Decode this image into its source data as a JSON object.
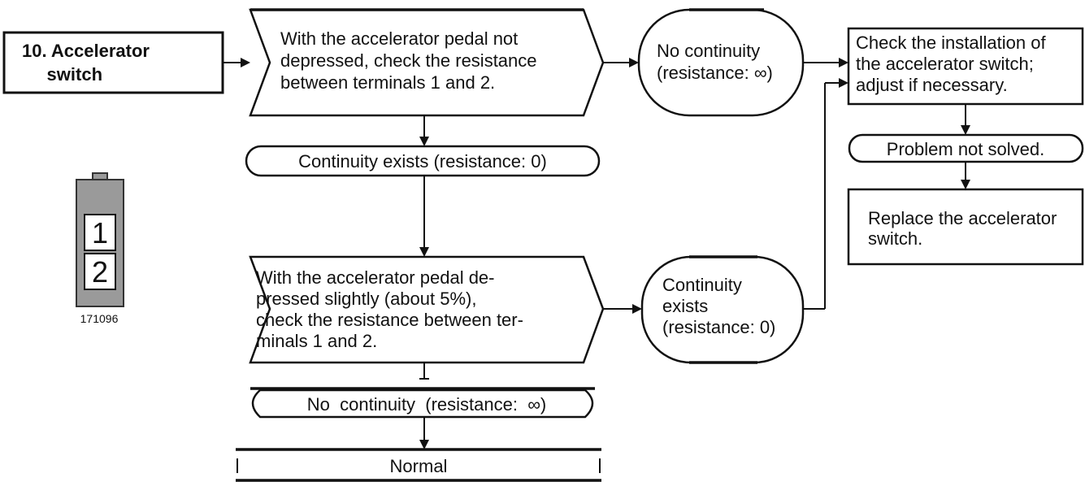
{
  "start": {
    "lines": [
      "10. Accelerator",
      "     switch"
    ]
  },
  "check_not_depressed": {
    "lines": [
      "With the accelerator pedal not",
      "depressed, check the resistance",
      "between terminals 1 and 2."
    ]
  },
  "result_no_continuity_top": {
    "lines": [
      "No continuity",
      "(resistance: ∞)"
    ]
  },
  "action_check_installation": {
    "lines": [
      "Check the installation of",
      "the accelerator switch;",
      "adjust if necessary."
    ]
  },
  "problem_not_solved": {
    "text": "Problem not solved."
  },
  "action_replace": {
    "lines": [
      "Replace the accelerator",
      "switch."
    ]
  },
  "result_continuity_top": {
    "text": "Continuity exists (resistance: 0)"
  },
  "check_depressed": {
    "lines": [
      "With the accelerator pedal de-",
      "pressed slightly (about 5%),",
      "check the resistance between ter-",
      "minals 1 and 2."
    ]
  },
  "result_continuity_bottom": {
    "lines": [
      "Continuity",
      "exists",
      "(resistance: 0)"
    ]
  },
  "result_no_continuity_bottom": {
    "text": "No  continuity  (resistance:  ∞)"
  },
  "normal": {
    "text": "Normal"
  },
  "connector": {
    "pins": [
      "1",
      "2"
    ],
    "figure_number": "171096"
  }
}
